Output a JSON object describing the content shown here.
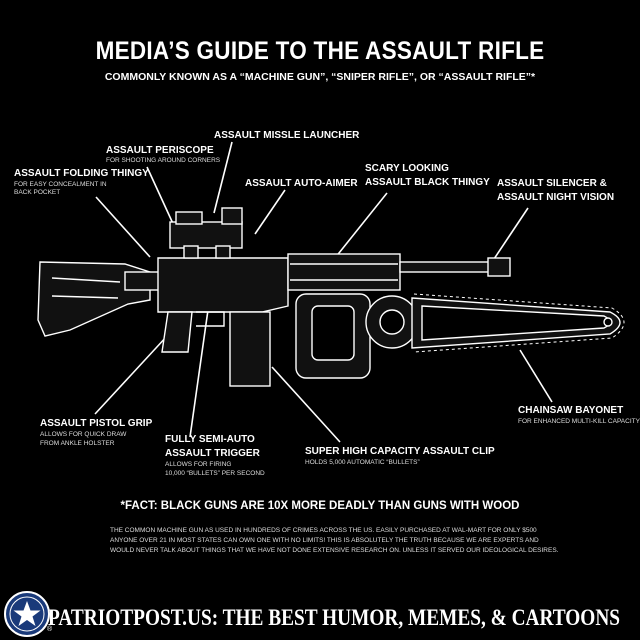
{
  "title": "MEDIA’S GUIDE TO THE ASSAULT RIFLE",
  "subtitle": "COMMONLY KNOWN AS A “MACHINE GUN”, “SNIPER RIFLE”, OR “ASSAULT RIFLE”*",
  "labels": {
    "missle_launcher": "ASSAULT MISSLE LAUNCHER",
    "periscope": "ASSAULT PERISCOPE",
    "periscope_sub": "FOR SHOOTING AROUND CORNERS",
    "scary": "SCARY LOOKING",
    "scary2": "ASSAULT BLACK THINGY",
    "auto_aimer": "ASSAULT AUTO-AIMER",
    "folding": "ASSAULT FOLDING THINGY",
    "folding_sub1": "FOR EASY CONCEALMENT IN",
    "folding_sub2": "BACK POCKET",
    "silencer": "ASSAULT SILENCER  &",
    "silencer2": "ASSAULT NIGHT VISION",
    "pistol_grip": "ASSAULT PISTOL GRIP",
    "pistol_sub1": "ALLOWS FOR QUICK DRAW",
    "pistol_sub2": "FROM ANKLE HOLSTER",
    "trigger": "FULLY SEMI-AUTO",
    "trigger2": "ASSAULT TRIGGER",
    "trigger_sub1": "ALLOWS FOR FIRING",
    "trigger_sub2": "10,000 “BULLETS” PER SECOND",
    "clip": "SUPER HIGH CAPACITY ASSAULT CLIP",
    "clip_sub": "HOLDS 5,000 AUTOMATIC “BULLETS”",
    "bayonet": "CHAINSAW BAYONET",
    "bayonet_sub": "FOR ENHANCED MULTI-KILL CAPACITY"
  },
  "fact": "*FACT: BLACK GUNS ARE 10X MORE DEADLY THAN GUNS WITH WOOD",
  "paragraph": [
    "THE COMMON MACHINE GUN AS USED IN HUNDREDS OF CRIMES ACROSS THE US.  EASILY PURCHASED AT WAL-MART FOR ONLY $500",
    "ANYONE OVER 21 IN MOST STATES CAN OWN ONE WITH NO LIMITS!  THIS IS ABSOLUTELY THE TRUTH BECAUSE WE ARE EXPERTS AND",
    "WOULD NEVER TALK ABOUT THINGS THAT WE HAVE NOT DONE EXTENSIVE RESEARCH ON. UNLESS IT SERVED OUR IDEOLOGICAL DESIRES."
  ],
  "footer": {
    "registered": "®",
    "text": "PATRIOTPOST.US: THE BEST HUMOR, MEMES, & CARTOONS",
    "logo_icon": "star-seal-icon",
    "accent": "#1a3a7a"
  }
}
